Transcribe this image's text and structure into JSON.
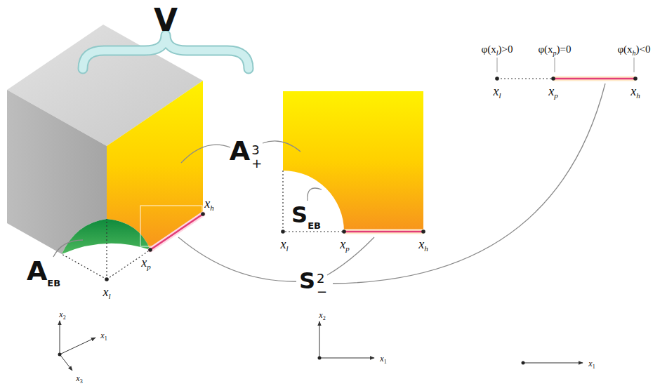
{
  "diagram": {
    "labels": [
      "V",
      "A",
      "3",
      "+",
      "S",
      "EB",
      "A",
      "EB",
      "S",
      "2",
      "−",
      "x",
      "h",
      "x",
      "p",
      "x",
      "l",
      "x",
      "l",
      "x",
      "p",
      "x",
      "h",
      "φ(x",
      "l",
      ")>0",
      "φ(x",
      "p",
      ")=0",
      "φ(x",
      "h",
      ")<0",
      "x",
      "l",
      "x",
      "p",
      "x",
      "h",
      "x",
      "2",
      "x",
      "1",
      "x",
      "3",
      "x",
      "2",
      "x",
      "1",
      "x",
      "1"
    ]
  }
}
